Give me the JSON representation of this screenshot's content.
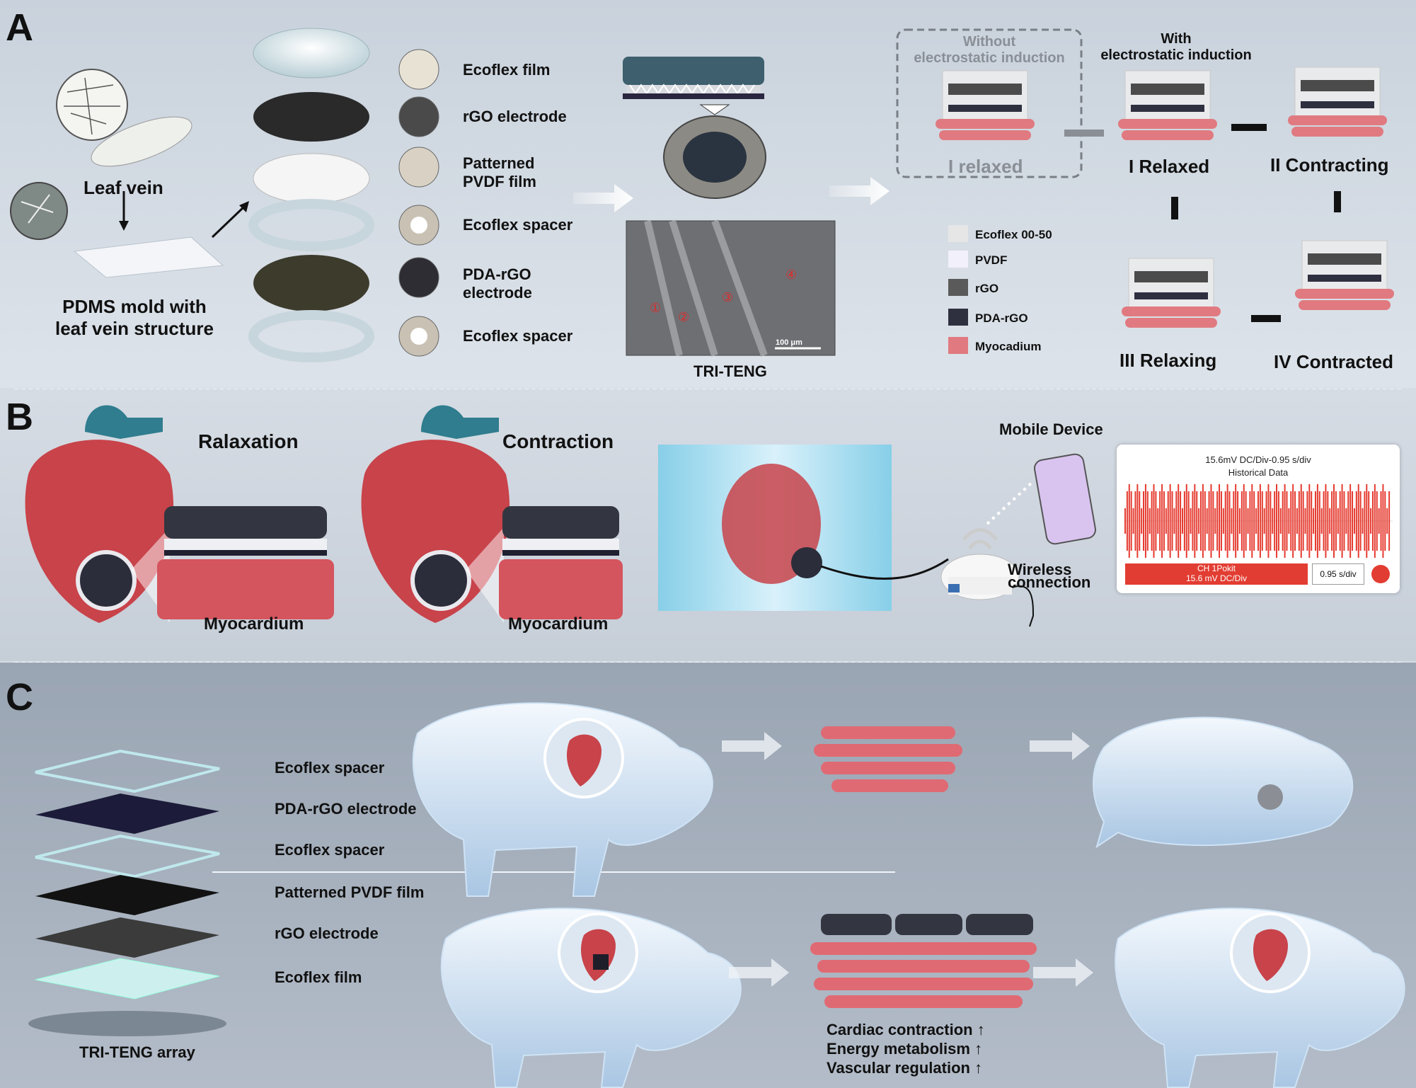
{
  "panels": {
    "a": "A",
    "b": "B",
    "c": "C"
  },
  "panel_a": {
    "leaf_vein": "Leaf vein",
    "mold_line1": "PDMS mold with",
    "mold_line2": "leaf vein structure",
    "layers": [
      "Ecoflex film",
      "rGO electrode",
      "Patterned\nPVDF film",
      "Ecoflex spacer",
      "PDA-rGO\nelectrode",
      "Ecoflex spacer"
    ],
    "device_label": "TRI-TENG",
    "sem_scale": "100 μm",
    "sem_markers": [
      "①",
      "②",
      "③",
      "④"
    ],
    "without_line1": "Without",
    "without_line2": "electrostatic induction",
    "with_line1": "With",
    "with_line2": "electrostatic induction",
    "state_relaxed_gray": "I relaxed",
    "state_1": "I Relaxed",
    "state_2": "II Contracting",
    "state_3": "III Relaxing",
    "state_4": "IV Contracted",
    "legend": [
      "Ecoflex 00-50",
      "PVDF",
      "rGO",
      "PDA-rGO",
      "Myocadium"
    ],
    "legend_colors": [
      "#e6e6e6",
      "#f2f0fb",
      "#5a5a5a",
      "#2e3040",
      "#e07a80"
    ]
  },
  "panel_b": {
    "relaxation": "Ralaxation",
    "contraction": "Contraction",
    "myocardium": "Myocardium",
    "mobile": "Mobile Device",
    "wireless_line1": "Wireless",
    "wireless_line2": "connection",
    "scope_header": "15.6mV DC/Div-0.95 s/div",
    "scope_sub": "Historical Data",
    "scope_ch_line1": "CH 1Pokit",
    "scope_ch_line2": "15.6 mV DC/Div",
    "scope_div": "0.95 s/div",
    "signal_color": "#e53a2f"
  },
  "panel_c": {
    "array_layers": [
      "Ecoflex spacer",
      "PDA-rGO electrode",
      "Ecoflex spacer",
      "Patterned PVDF film",
      "rGO electrode",
      "Ecoflex film"
    ],
    "array_label": "TRI-TENG array",
    "effects": [
      "Cardiac contraction ↑",
      "Energy metabolism ↑",
      "Vascular regulation ↑"
    ]
  },
  "colors": {
    "muscle": "#e06a73",
    "heart": "#c8434a",
    "aorta": "#2f7d8e",
    "pig": "#dbe9f7",
    "electrode": "#2b2d3a"
  }
}
